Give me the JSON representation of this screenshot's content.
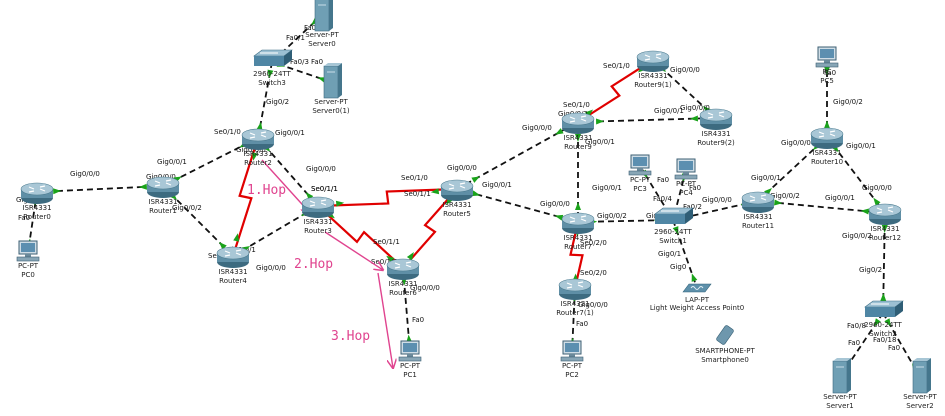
{
  "colors": {
    "router_body": "#5f8fa6",
    "switch_body": "#4f86a4",
    "server_body": "#6f9fb4",
    "link_black": "#111111",
    "link_serial": "#e00000",
    "link_up": "#1aa31a",
    "hop_arrow": "#e0448f"
  },
  "hops": [
    {
      "id": "hop1",
      "label": "1.Hop"
    },
    {
      "id": "hop2",
      "label": "2.Hop"
    },
    {
      "id": "hop3",
      "label": "3.Hop"
    }
  ],
  "devices": [
    {
      "id": "server0",
      "type": "server",
      "icon": "server-icon",
      "model": "Server-PT",
      "name": "Server0"
    },
    {
      "id": "server0_1",
      "type": "server",
      "icon": "server-icon",
      "model": "Server-PT",
      "name": "Server0(1)"
    },
    {
      "id": "switch3",
      "type": "switch",
      "icon": "switch-icon",
      "model": "2960-24TT",
      "name": "Switch3"
    },
    {
      "id": "router2",
      "type": "router",
      "icon": "router-icon",
      "model": "ISR4331",
      "name": "Router2"
    },
    {
      "id": "router0",
      "type": "router",
      "icon": "router-icon",
      "model": "ISR4331",
      "name": "Router0"
    },
    {
      "id": "pc0",
      "type": "pc",
      "icon": "pc-icon",
      "model": "PC-PT",
      "name": "PC0"
    },
    {
      "id": "router1",
      "type": "router",
      "icon": "router-icon",
      "model": "ISR4331",
      "name": "Router1"
    },
    {
      "id": "router3",
      "type": "router",
      "icon": "router-icon",
      "model": "ISR4331",
      "name": "Router3"
    },
    {
      "id": "router4",
      "type": "router",
      "icon": "router-icon",
      "model": "ISR4331",
      "name": "Router4"
    },
    {
      "id": "router6",
      "type": "router",
      "icon": "router-icon",
      "model": "ISR4331",
      "name": "Router6"
    },
    {
      "id": "pc1",
      "type": "pc",
      "icon": "pc-icon",
      "model": "PC-PT",
      "name": "PC1"
    },
    {
      "id": "router5",
      "type": "router",
      "icon": "router-icon",
      "model": "ISR4331",
      "name": "Router5"
    },
    {
      "id": "router9_1",
      "type": "router",
      "icon": "router-icon",
      "model": "ISR4331",
      "name": "Router9(1)"
    },
    {
      "id": "router9_2",
      "type": "router",
      "icon": "router-icon",
      "model": "ISR4331",
      "name": "Router9(2)"
    },
    {
      "id": "router9",
      "type": "router",
      "icon": "router-icon",
      "model": "ISR4331",
      "name": "Router9"
    },
    {
      "id": "router7",
      "type": "router",
      "icon": "router-icon",
      "model": "ISR4331",
      "name": "Router7"
    },
    {
      "id": "router7_1",
      "type": "router",
      "icon": "router-icon",
      "model": "ISR4331",
      "name": "Router7(1)"
    },
    {
      "id": "pc2",
      "type": "pc",
      "icon": "pc-icon",
      "model": "PC-PT",
      "name": "PC2"
    },
    {
      "id": "pc3",
      "type": "pc",
      "icon": "pc-icon",
      "model": "PC-PT",
      "name": "PC3"
    },
    {
      "id": "pc4",
      "type": "pc",
      "icon": "pc-icon",
      "model": "PC-PT",
      "name": "PC4"
    },
    {
      "id": "switch1",
      "type": "switch",
      "icon": "switch-icon",
      "model": "2960-24TT",
      "name": "Switch1"
    },
    {
      "id": "ap0",
      "type": "ap",
      "icon": "access-point-icon",
      "model": "LAP-PT",
      "name": "Light Weight Access Point0"
    },
    {
      "id": "phone0",
      "type": "phone",
      "icon": "smartphone-icon",
      "model": "SMARTPHONE-PT",
      "name": "Smartphone0"
    },
    {
      "id": "router11",
      "type": "router",
      "icon": "router-icon",
      "model": "ISR4331",
      "name": "Router11"
    },
    {
      "id": "pc5",
      "type": "pc",
      "icon": "pc-icon",
      "model": "PC",
      "name": "PC5"
    },
    {
      "id": "router10",
      "type": "router",
      "icon": "router-icon",
      "model": "ISR4331",
      "name": "Router10"
    },
    {
      "id": "router12",
      "type": "router",
      "icon": "router-icon",
      "model": "ISR4331",
      "name": "Router12"
    },
    {
      "id": "switch2",
      "type": "switch",
      "icon": "switch-icon",
      "model": "2960-24TT",
      "name": "Switch2"
    },
    {
      "id": "server1",
      "type": "server",
      "icon": "server-icon",
      "model": "Server-PT",
      "name": "Server1"
    },
    {
      "id": "server2",
      "type": "server",
      "icon": "server-icon",
      "model": "Server-PT",
      "name": "Server2"
    }
  ],
  "links": [
    {
      "id": "l1",
      "from": "server0",
      "to": "switch3",
      "kind": "ethernet",
      "a_if": "Fa0",
      "b_if": "Fa0/1"
    },
    {
      "id": "l2",
      "from": "server0_1",
      "to": "switch3",
      "kind": "ethernet",
      "a_if": "Fa0",
      "b_if": "Fa0/3"
    },
    {
      "id": "l3",
      "from": "switch3",
      "to": "router2",
      "kind": "ethernet",
      "a_if": "Gig0/2",
      "b_if": ""
    },
    {
      "id": "l4",
      "from": "router0",
      "to": "pc0",
      "kind": "ethernet",
      "a_if": "Gig0/0/1",
      "b_if": "Fa0"
    },
    {
      "id": "l5",
      "from": "router0",
      "to": "router1",
      "kind": "ethernet",
      "a_if": "Gig0/0/0",
      "b_if": "Gig0/0/0"
    },
    {
      "id": "l6",
      "from": "router1",
      "to": "router2",
      "kind": "ethernet",
      "a_if": "Gig0/0/1",
      "b_if": "Gig0/0/0"
    },
    {
      "id": "l7",
      "from": "router1",
      "to": "router4",
      "kind": "ethernet",
      "a_if": "Gig0/0/2",
      "b_if": "Se0/1/0"
    },
    {
      "id": "l8",
      "from": "router2",
      "to": "router4",
      "kind": "serial",
      "a_if": "Se0/1/0",
      "b_if": "Gig0/0/1"
    },
    {
      "id": "l9",
      "from": "router2",
      "to": "router3",
      "kind": "ethernet",
      "a_if": "Gig0/0/1",
      "b_if": "Gig0/0/0"
    },
    {
      "id": "l10",
      "from": "router4",
      "to": "router3",
      "kind": "ethernet",
      "a_if": "Gig0/0/0",
      "b_if": "Se0/1/0"
    },
    {
      "id": "l11",
      "from": "router3",
      "to": "router6",
      "kind": "serial",
      "a_if": "Se0/1/1",
      "b_if": "Se0/1/1"
    },
    {
      "id": "l12",
      "from": "router3",
      "to": "router5",
      "kind": "serial",
      "a_if": "Se0/1/1",
      "b_if": "Se0/1/0"
    },
    {
      "id": "l13",
      "from": "router6",
      "to": "router5",
      "kind": "serial",
      "a_if": "Se0/1/0",
      "b_if": "Se0/1/1"
    },
    {
      "id": "l14",
      "from": "router6",
      "to": "pc1",
      "kind": "ethernet",
      "a_if": "Gig0/0/0",
      "b_if": "Fa0"
    },
    {
      "id": "l15",
      "from": "router5",
      "to": "router9",
      "kind": "ethernet",
      "a_if": "Gig0/0/0",
      "b_if": "Gig0/0/0"
    },
    {
      "id": "l16",
      "from": "router5",
      "to": "router7",
      "kind": "ethernet",
      "a_if": "Gig0/0/1",
      "b_if": "Gig0/0/0"
    },
    {
      "id": "l17",
      "from": "router9",
      "to": "router9_1",
      "kind": "serial",
      "a_if": "Se0/1/0",
      "b_if": "Se0/1/0"
    },
    {
      "id": "l18",
      "from": "router9_1",
      "to": "router9_2",
      "kind": "ethernet",
      "a_if": "Gig0/0/0",
      "b_if": "Gig0/0/0"
    },
    {
      "id": "l19",
      "from": "router9",
      "to": "router9_2",
      "kind": "ethernet",
      "a_if": "Gig0/0/2",
      "b_if": "Gig0/0/1"
    },
    {
      "id": "l20",
      "from": "router9",
      "to": "router7",
      "kind": "ethernet",
      "a_if": "Gig0/0/1",
      "b_if": "Gig0/0/1"
    },
    {
      "id": "l21",
      "from": "router7",
      "to": "router7_1",
      "kind": "serial",
      "a_if": "Se0/2/0",
      "b_if": "Se0/2/0"
    },
    {
      "id": "l22",
      "from": "router7_1",
      "to": "pc2",
      "kind": "ethernet",
      "a_if": "Gig0/0/0",
      "b_if": "Fa0"
    },
    {
      "id": "l23",
      "from": "router7",
      "to": "switch1",
      "kind": "ethernet",
      "a_if": "Gig0/0/2",
      "b_if": "Gig0/2"
    },
    {
      "id": "l24",
      "from": "pc3",
      "to": "switch1",
      "kind": "ethernet",
      "a_if": "Fa0",
      "b_if": "Fa0/4"
    },
    {
      "id": "l25",
      "from": "pc4",
      "to": "switch1",
      "kind": "ethernet",
      "a_if": "Fa0",
      "b_if": "Fa0/2"
    },
    {
      "id": "l26",
      "from": "switch1",
      "to": "ap0",
      "kind": "ethernet",
      "a_if": "Gig0/1",
      "b_if": "Gig0"
    },
    {
      "id": "l27",
      "from": "switch1",
      "to": "router11",
      "kind": "ethernet",
      "a_if": "Gig0/0/0",
      "b_if": ""
    },
    {
      "id": "l28",
      "from": "router11",
      "to": "router10",
      "kind": "ethernet",
      "a_if": "Gig0/0/1",
      "b_if": "Gig0/0/0"
    },
    {
      "id": "l29",
      "from": "router11",
      "to": "router12",
      "kind": "ethernet",
      "a_if": "Gig0/0/2",
      "b_if": "Gig0/0/1"
    },
    {
      "id": "l30",
      "from": "router10",
      "to": "pc5",
      "kind": "ethernet",
      "a_if": "Gig0/0/2",
      "b_if": "Fa0"
    },
    {
      "id": "l31",
      "from": "router10",
      "to": "router12",
      "kind": "ethernet",
      "a_if": "Gig0/0/1",
      "b_if": "Gig0/0/0"
    },
    {
      "id": "l32",
      "from": "router12",
      "to": "switch2",
      "kind": "ethernet",
      "a_if": "Gig0/0/2",
      "b_if": "Gig0/2"
    },
    {
      "id": "l33",
      "from": "switch2",
      "to": "server1",
      "kind": "ethernet",
      "a_if": "Fa0/8",
      "b_if": "Fa0"
    },
    {
      "id": "l34",
      "from": "switch2",
      "to": "server2",
      "kind": "ethernet",
      "a_if": "Fa0/18",
      "b_if": "Fa0"
    }
  ]
}
